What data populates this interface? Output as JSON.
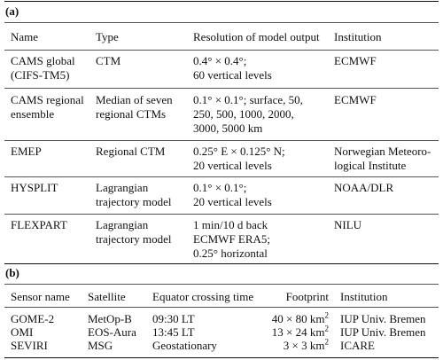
{
  "table_a": {
    "label": "(a)",
    "headers": [
      "Name",
      "Type",
      "Resolution of model output",
      "Institution"
    ],
    "rows": [
      {
        "name": [
          "CAMS global",
          "(CIFS-TM5)"
        ],
        "type": [
          "CTM"
        ],
        "resolution": [
          "0.4° × 0.4°;",
          "60 vertical levels"
        ],
        "institution": [
          "ECMWF"
        ]
      },
      {
        "name": [
          "CAMS regional",
          "ensemble"
        ],
        "type": [
          "Median of seven",
          "regional CTMs"
        ],
        "resolution": [
          "0.1° × 0.1°; surface, 50,",
          "250, 500, 1000, 2000,",
          "3000, 5000 km"
        ],
        "institution": [
          "ECMWF"
        ]
      },
      {
        "name": [
          "EMEP"
        ],
        "type": [
          "Regional CTM"
        ],
        "resolution": [
          "0.25° E × 0.125° N;",
          "20 vertical levels"
        ],
        "institution": [
          "Norwegian Meteoro-",
          "logical Institute"
        ]
      },
      {
        "name": [
          "HYSPLIT"
        ],
        "type": [
          "Lagrangian",
          "trajectory model"
        ],
        "resolution": [
          "0.1° × 0.1°;",
          "20 vertical levels"
        ],
        "institution": [
          "NOAA/DLR"
        ]
      },
      {
        "name": [
          "FLEXPART"
        ],
        "type": [
          "Lagrangian",
          "trajectory model"
        ],
        "resolution": [
          "1 min/10 d back",
          "ECMWF ERA5;",
          "0.25° horizontal"
        ],
        "institution": [
          "NILU"
        ]
      }
    ]
  },
  "table_b": {
    "label": "(b)",
    "headers": [
      "Sensor name",
      "Satellite",
      "Equator crossing time",
      "Footprint",
      "Institution"
    ],
    "rows": [
      {
        "sensor": "GOME-2",
        "satellite": "MetOp-B",
        "time": "09:30 LT",
        "footprint": "40 × 80 km",
        "footprint_exp": "2",
        "institution": "IUP Univ. Bremen"
      },
      {
        "sensor": "OMI",
        "satellite": "EOS-Aura",
        "time": "13:45 LT",
        "footprint": "13 × 24 km",
        "footprint_exp": "2",
        "institution": "IUP Univ. Bremen"
      },
      {
        "sensor": "SEVIRI",
        "satellite": "MSG",
        "time": "Geostationary",
        "footprint": "3 × 3 km",
        "footprint_exp": "2",
        "institution": "ICARE"
      }
    ]
  }
}
